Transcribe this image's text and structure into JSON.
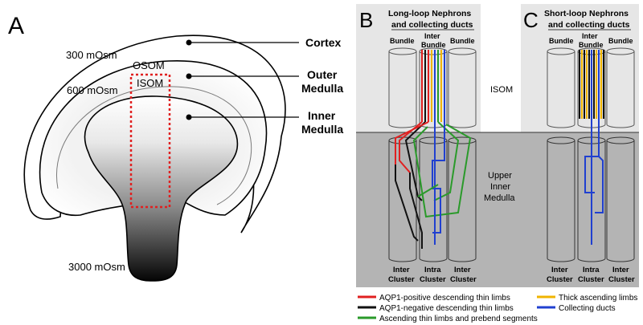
{
  "panel_a": {
    "letter": "A",
    "osm_300": "300 mOsm",
    "osm_600": "600 mOsm",
    "osm_3000": "3000 mOsm",
    "osom": "OSOM",
    "isom": "ISOM",
    "cortex": "Cortex",
    "outer_1": "Outer",
    "outer_2": "Medulla",
    "inner_1": "Inner",
    "inner_2": "Medulla"
  },
  "panel_b": {
    "letter": "B",
    "title_1": "Long-loop Nephrons",
    "title_2": "and collecting ducts",
    "bundle": "Bundle",
    "inter_bundle_1": "Inter",
    "inter_bundle_2": "Bundle",
    "bundle_right": "Bundle",
    "inter_cluster_1": "Inter",
    "intra_cluster_1": "Intra",
    "cluster": "Cluster"
  },
  "middle": {
    "isom": "ISOM",
    "upper_1": "Upper",
    "upper_2": "Inner",
    "upper_3": "Medulla"
  },
  "panel_c": {
    "letter": "C",
    "title_1": "Short-loop Nephrons",
    "title_2": "and collecting ducts",
    "bundle": "Bundle",
    "inter_bundle_1": "Inter",
    "inter_bundle_2": "Bundle",
    "bundle_right": "Bundle",
    "inter_cluster_1": "Inter",
    "intra_cluster_1": "Intra",
    "cluster": "Cluster"
  },
  "legend": {
    "red": "AQP1-positive descending thin limbs",
    "black": "AQP1-negative descending thin limbs",
    "green": "Ascending thin limbs and prebend segments",
    "yellow": "Thick ascending limbs",
    "blue": "Collecting ducts"
  },
  "colors": {
    "red": "#e02020",
    "black": "#111111",
    "green": "#2a9a2a",
    "yellow": "#f0b400",
    "blue": "#2040d0",
    "isom_bg": "#e6e6e6",
    "inner_bg": "#b4b4b4"
  }
}
